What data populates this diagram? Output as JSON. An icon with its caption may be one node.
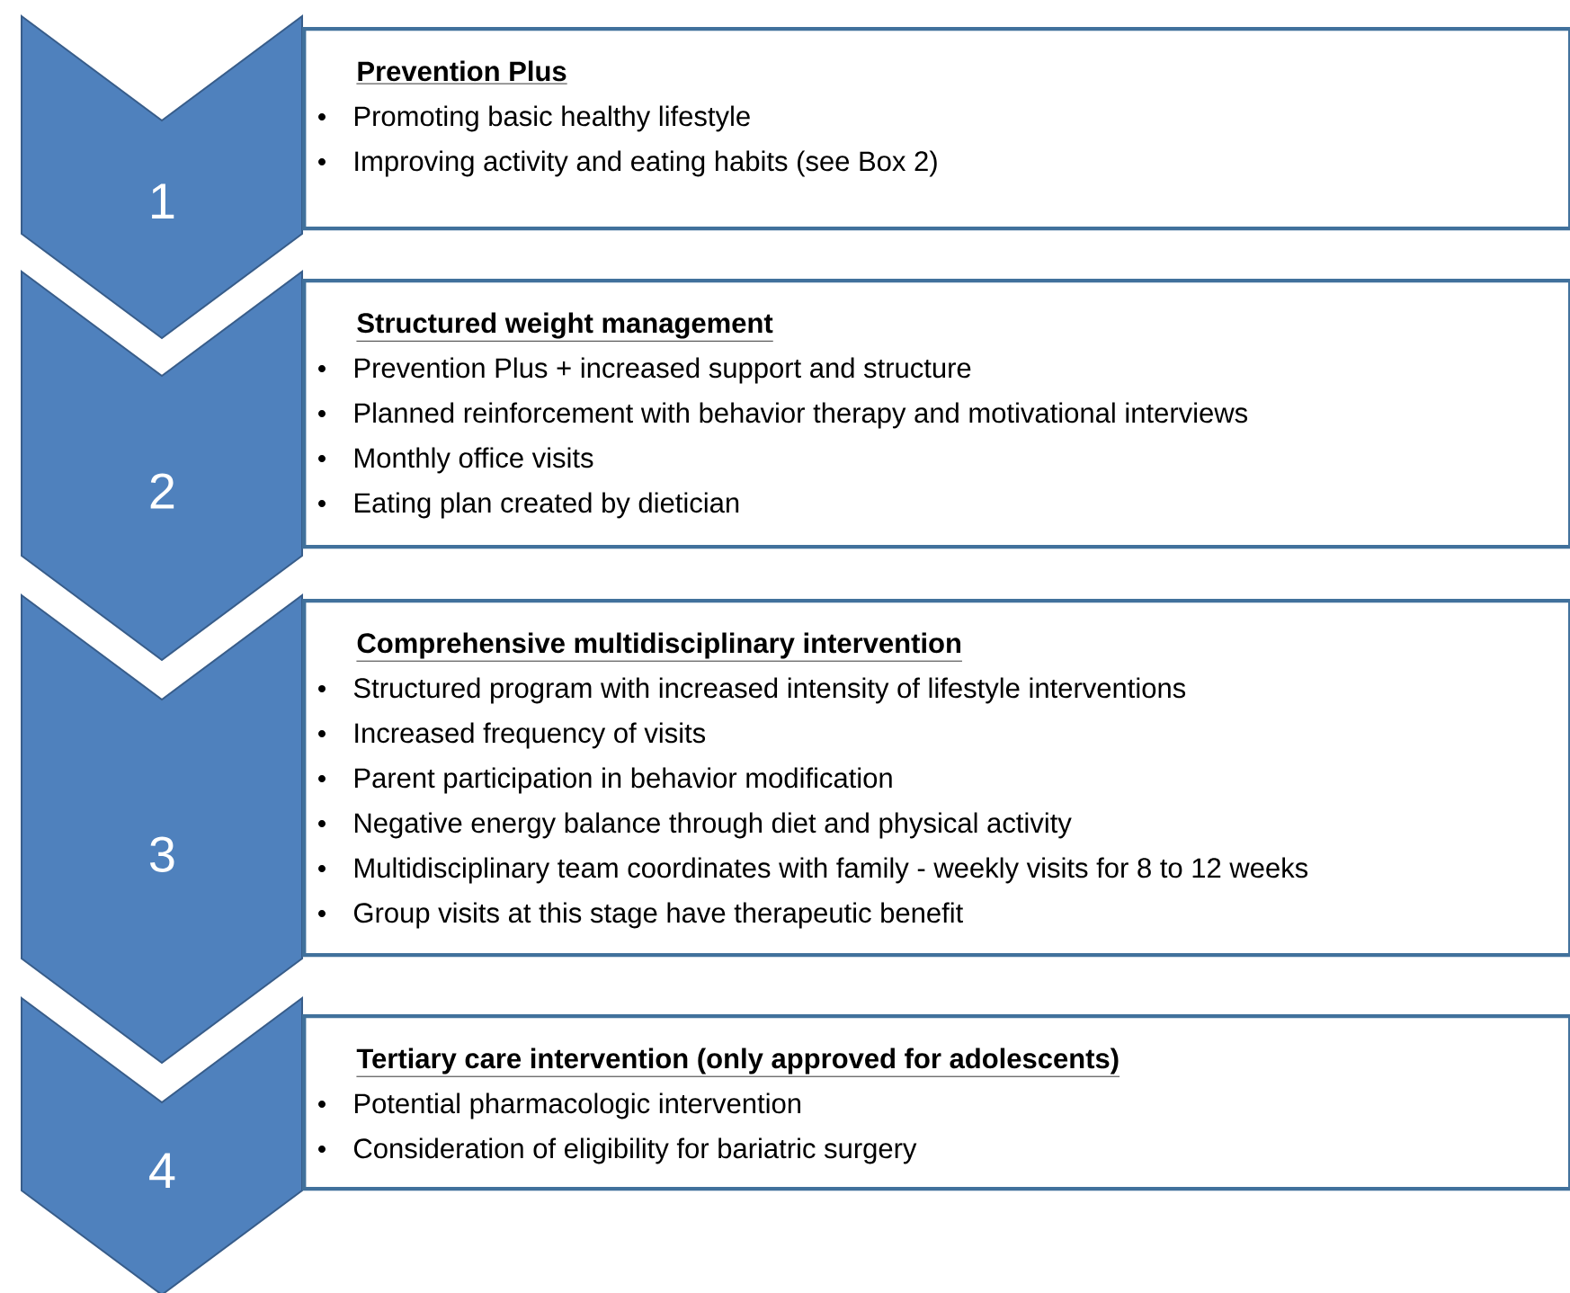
{
  "diagram": {
    "nodes": [
      {
        "text": [
          "1"
        ]
      },
      {
        "text": [
          "Prevention Plus",
          "Promoting basic healthy lifestyle",
          "Improving activity and eating habits (see Box 2)"
        ]
      },
      {
        "text": [
          "2"
        ]
      },
      {
        "text": [
          "Structured weight management",
          "Prevention Plus + increased support and structure",
          "Planned reinforcement with behavior therapy and motivational interviews",
          "Monthly office visits",
          "Eating plan created by dietician"
        ]
      },
      {
        "text": [
          "3"
        ]
      },
      {
        "text": [
          "Comprehensive multidisciplinary intervention",
          "Structured program with increased intensity of lifestyle interventions",
          "Increased frequency of visits",
          "Parent participation in behavior modification",
          "Negative energy balance through diet and physical activity",
          "Multidisciplinary team coordinates with family - weekly visits for 8 to 12 weeks",
          "Group visits at this stage have therapeutic benefit"
        ]
      },
      {
        "text": [
          "4"
        ]
      },
      {
        "text": [
          "Tertiary care intervention (only approved for adolescents)",
          "Potential pharmacologic intervention",
          "Consideration of eligibility for bariatric surgery"
        ]
      }
    ]
  }
}
